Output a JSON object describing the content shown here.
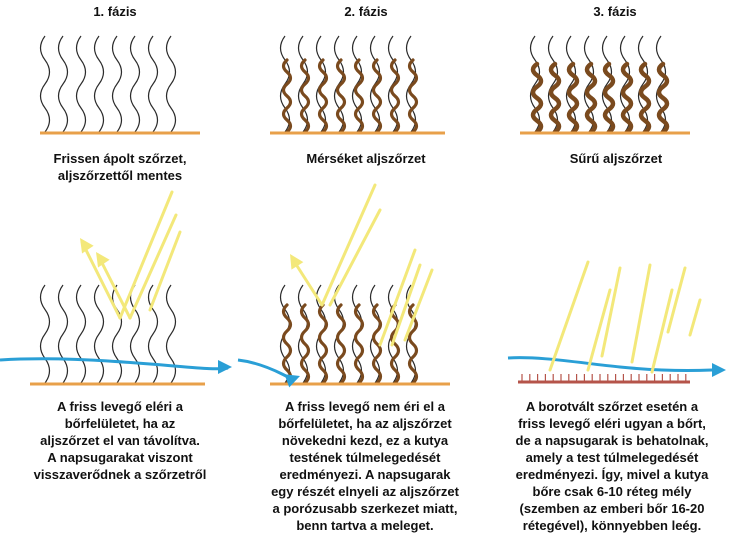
{
  "phases": [
    {
      "title": "1. fázis",
      "caption": [
        "Frissen ápolt szőrzet,",
        "aljszőrzettől mentes"
      ],
      "description": [
        "A friss levegő eléri a",
        "bőrfelületet, ha az",
        "aljszőrzet el van távolítva.",
        "A napsugarakat viszont",
        "visszaverődnek a szőrzetről"
      ]
    },
    {
      "title": "2. fázis",
      "caption": [
        "Mérséket aljszőrzet"
      ],
      "description": [
        "A friss levegő nem éri el a",
        "bőrfelületet, ha az aljszőrzet",
        "növekedni kezd, ez a kutya",
        "testének túlmelegedését",
        "eredményezi. A napsugarak",
        "egy részét elnyeli az aljszőrzet",
        "a porózusabb szerkezet miatt,",
        "benn tartva a meleget."
      ]
    },
    {
      "title": "3. fázis",
      "caption": [
        "Sűrű aljszőrzet"
      ],
      "description": [
        "A borotvált szőrzet esetén a",
        "friss levegő eléri ugyan a bőrt,",
        "de a napsugarak is behatolnak,",
        "amely a test túlmelegedését",
        "eredményezi. Így, mivel a kutya",
        "bőre csak 6-10 réteg mély",
        "(szemben az emberi bőr 16-20",
        "rétegével), könnyebben leég."
      ]
    }
  ],
  "colors": {
    "guard_hair": "#2b2b2b",
    "undercoat": "#7a4a1e",
    "skin": "#e8a04a",
    "shaved_skin": "#b5544a",
    "air": "#2a9fd6",
    "sun": "#f3e87a"
  }
}
